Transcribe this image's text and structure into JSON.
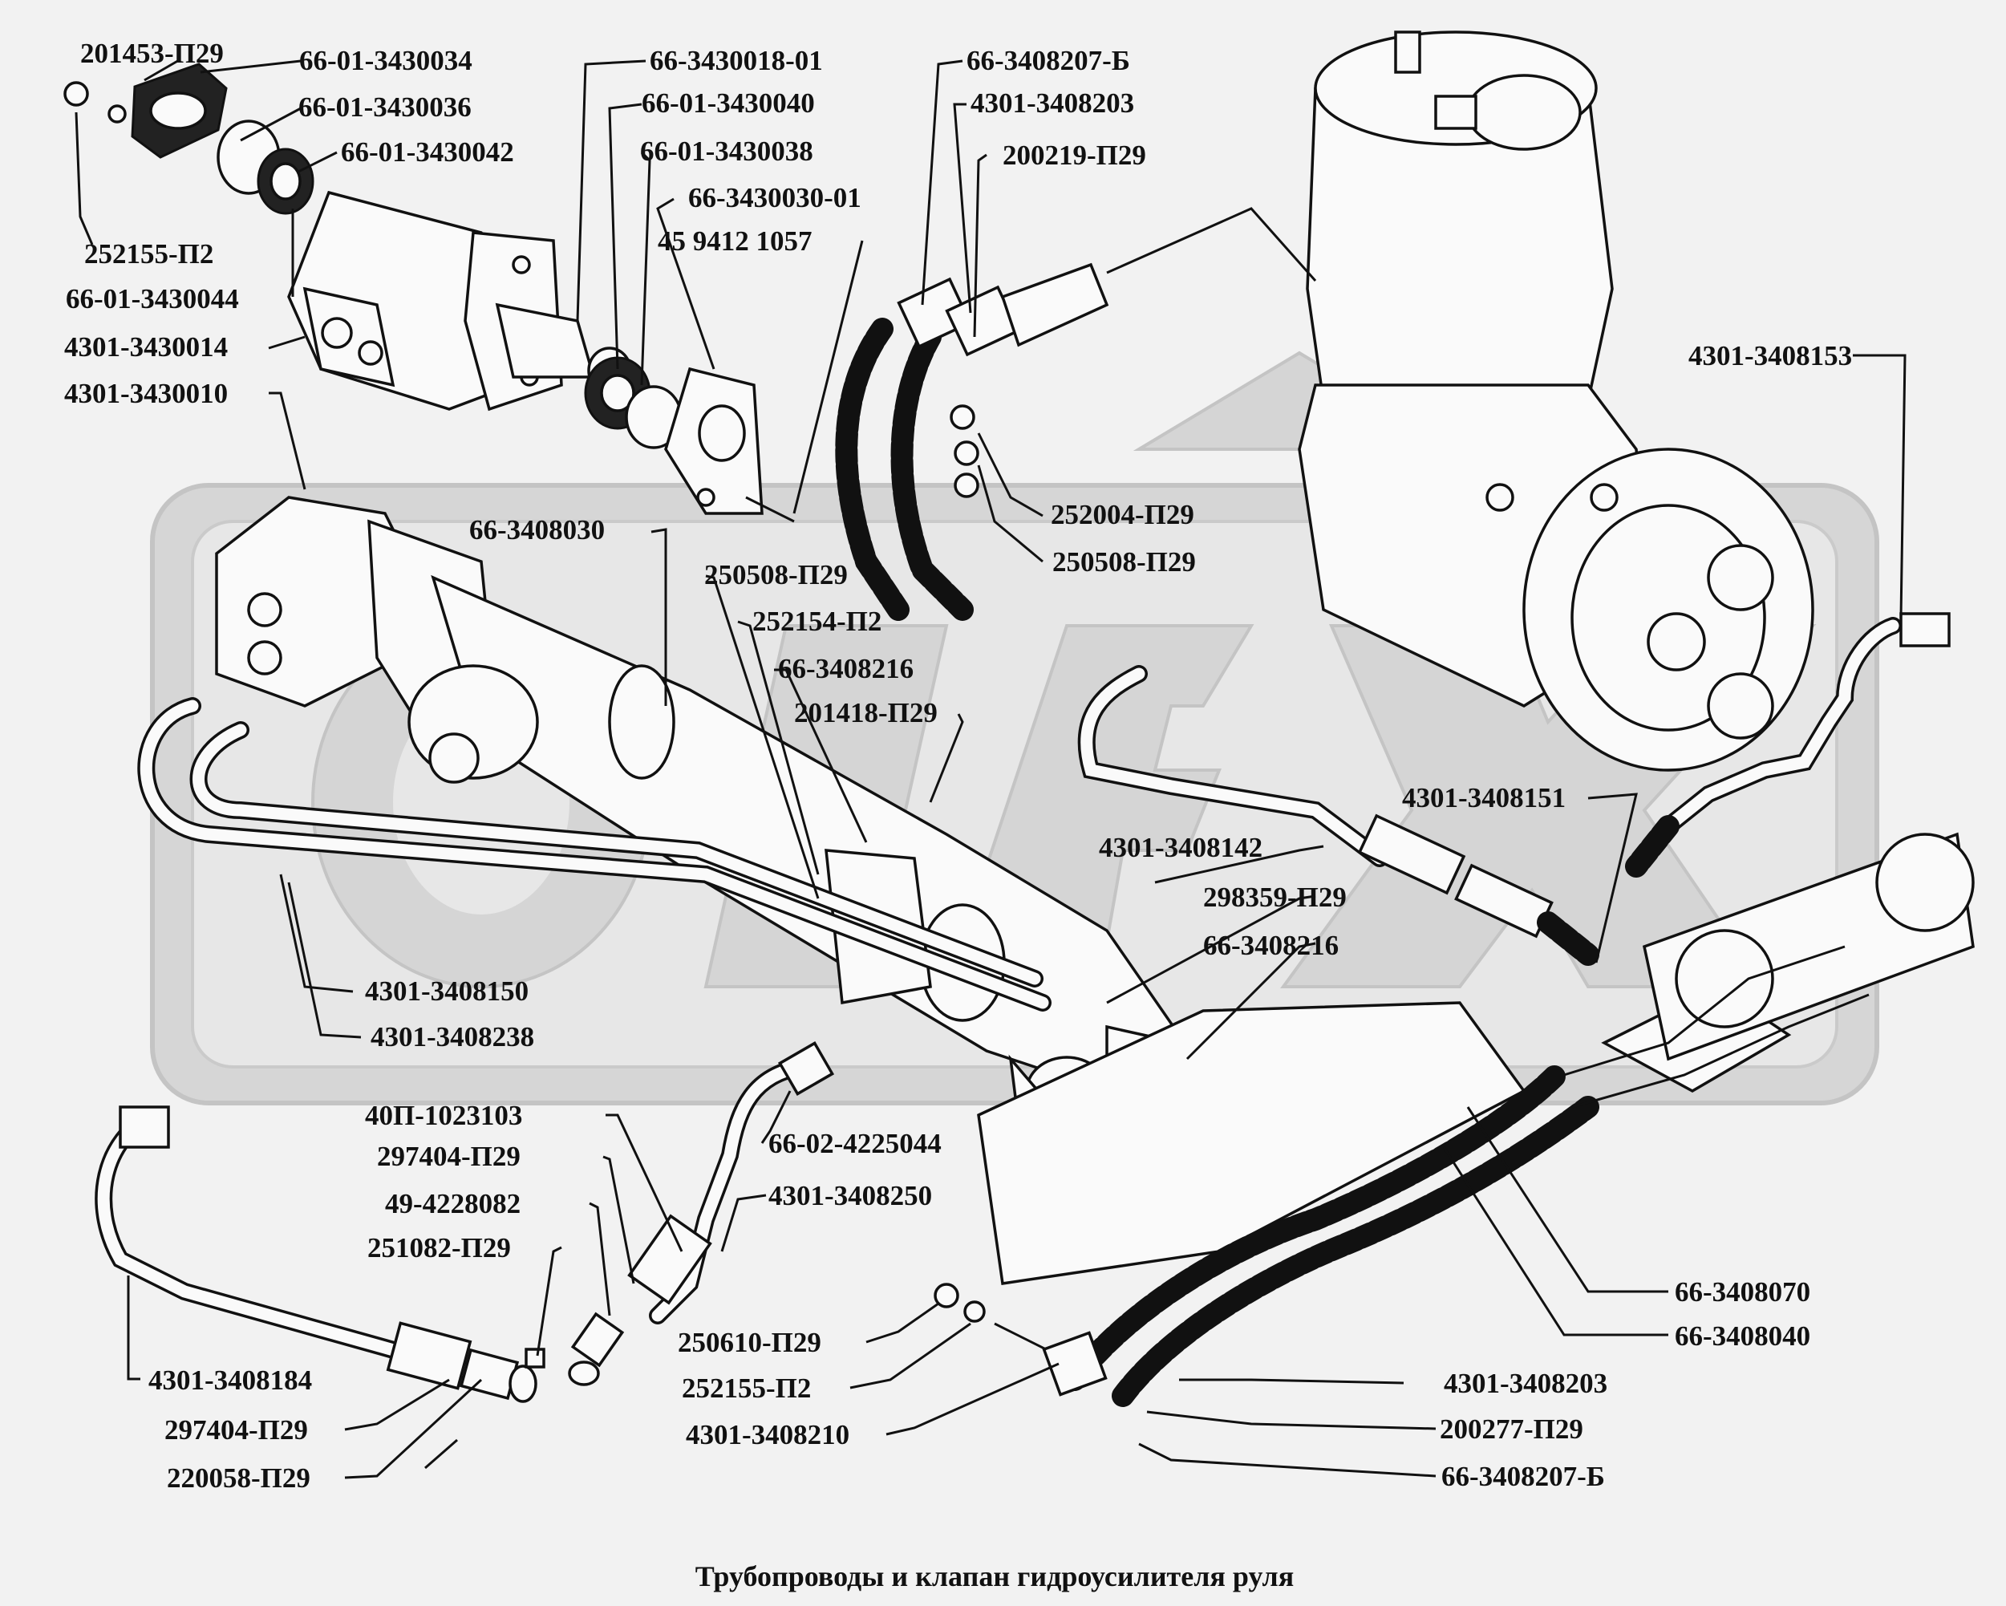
{
  "caption": "Трубопроводы и клапан гидроусилителя руля",
  "colors": {
    "background": "#f2f2f2",
    "ink": "#111111",
    "watermark": "#c9c9c9"
  },
  "watermark_icon": "oreh-logo-watermark",
  "labels": [
    "201453-П29",
    "66-01-3430034",
    "66-01-3430036",
    "66-01-3430042",
    "252155-П2",
    "66-01-3430044",
    "4301-3430014",
    "4301-3430010",
    "66-3430018-01",
    "66-01-3430040",
    "66-01-3430038",
    "66-3430030-01",
    "45 9412 1057",
    "66-3408207-Б",
    "4301-3408203",
    "200219-П29",
    "4301-3408153",
    "252004-П29",
    "250508-П29",
    "66-3408030",
    "250508-П29",
    "252154-П2",
    "66-3408216",
    "201418-П29",
    "4301-3408151",
    "4301-3408142",
    "298359-П29",
    "66-3408216",
    "4301-3408150",
    "4301-3408238",
    "40П-1023103",
    "297404-П29",
    "49-4228082",
    "251082-П29",
    "66-02-4225044",
    "4301-3408250",
    "4301-3408184",
    "297404-П29",
    "220058-П29",
    "250610-П29",
    "252155-П2",
    "4301-3408210",
    "66-3408070",
    "66-3408040",
    "4301-3408203",
    "200277-П29",
    "66-3408207-Б"
  ]
}
